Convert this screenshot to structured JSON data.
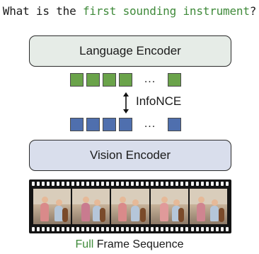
{
  "question": {
    "prefix": "What is the ",
    "highlight": "first sounding instrument",
    "suffix": "?"
  },
  "language_encoder": {
    "label": "Language Encoder"
  },
  "vision_encoder": {
    "label": "Vision Encoder"
  },
  "tokens": {
    "ellipsis": "...",
    "language_color": "#6aa34a",
    "vision_color": "#4f6fae"
  },
  "loss": {
    "label": "InfoNCE"
  },
  "caption": {
    "highlight": "Full",
    "rest": " Frame Sequence"
  },
  "colors": {
    "highlight": "#3f8a3a",
    "language_box": "#e6ece7",
    "vision_box": "#d9deec"
  },
  "film": {
    "frame_count": 5
  }
}
